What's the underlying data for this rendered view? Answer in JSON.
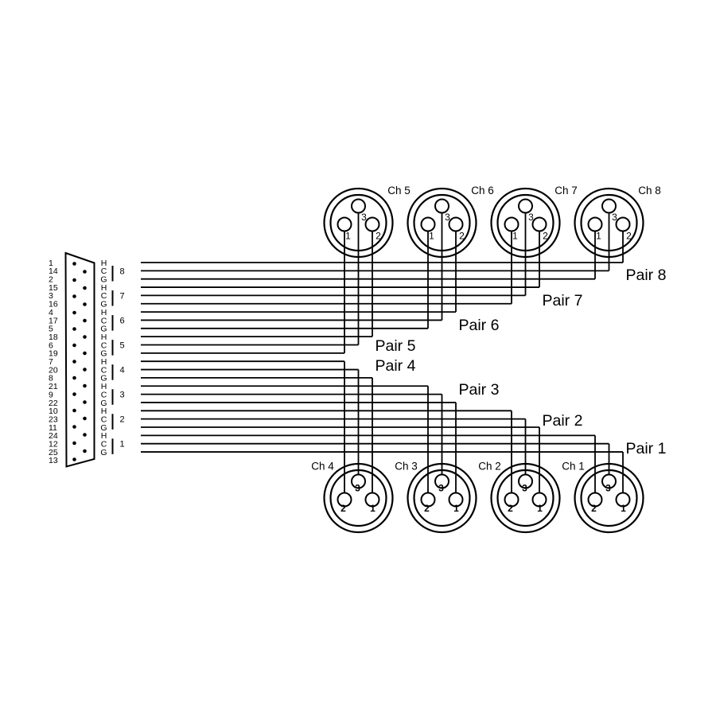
{
  "diagram": {
    "type": "wiring-diagram",
    "description": "DB25 to 8 x XLR male snake cable wiring diagram",
    "colors": {
      "line": "#000000",
      "text": "#000000",
      "background": "#ffffff"
    },
    "db25": {
      "pin_numbers": [
        "1",
        "14",
        "2",
        "15",
        "3",
        "16",
        "4",
        "17",
        "5",
        "18",
        "6",
        "19",
        "7",
        "20",
        "8",
        "21",
        "9",
        "22",
        "10",
        "23",
        "11",
        "24",
        "12",
        "25",
        "13"
      ],
      "signal_letters": [
        "H",
        "C",
        "G",
        "H",
        "C",
        "G",
        "H",
        "C",
        "G",
        "H",
        "C",
        "G",
        "H",
        "C",
        "G",
        "H",
        "C",
        "G",
        "H",
        "C",
        "G",
        "H",
        "C",
        "G"
      ],
      "group_labels": [
        "8",
        "7",
        "6",
        "5",
        "4",
        "3",
        "2",
        "1"
      ]
    },
    "xlr_top": [
      {
        "label": "Ch 5",
        "pin_left": "1",
        "pin_top": "3",
        "pin_right": "2"
      },
      {
        "label": "Ch 6",
        "pin_left": "1",
        "pin_top": "3",
        "pin_right": "2"
      },
      {
        "label": "Ch 7",
        "pin_left": "1",
        "pin_top": "3",
        "pin_right": "2"
      },
      {
        "label": "Ch 8",
        "pin_left": "1",
        "pin_top": "3",
        "pin_right": "2"
      }
    ],
    "xlr_bottom": [
      {
        "label": "Ch 4",
        "pin_left": "2",
        "pin_top": "3",
        "pin_right": "1"
      },
      {
        "label": "Ch 3",
        "pin_left": "2",
        "pin_top": "3",
        "pin_right": "1"
      },
      {
        "label": "Ch 2",
        "pin_left": "2",
        "pin_top": "3",
        "pin_right": "1"
      },
      {
        "label": "Ch 1",
        "pin_left": "2",
        "pin_top": "3",
        "pin_right": "1"
      }
    ],
    "pair_labels_top": [
      "Pair 8",
      "Pair 7",
      "Pair 6",
      "Pair 5"
    ],
    "pair_labels_bottom": [
      "Pair 4",
      "Pair 3",
      "Pair 2",
      "Pair 1"
    ],
    "wiring": [
      {
        "pair": "Pair 8",
        "xlr": "Ch 8",
        "db25_pins": {
          "hot": "1",
          "cold": "14",
          "ground": "2"
        },
        "xlr_pins": {
          "hot": "2",
          "cold": "3",
          "ground": "1"
        }
      },
      {
        "pair": "Pair 7",
        "xlr": "Ch 7",
        "db25_pins": {
          "hot": "15",
          "cold": "3",
          "ground": "16"
        },
        "xlr_pins": {
          "hot": "2",
          "cold": "3",
          "ground": "1"
        }
      },
      {
        "pair": "Pair 6",
        "xlr": "Ch 6",
        "db25_pins": {
          "hot": "4",
          "cold": "17",
          "ground": "5"
        },
        "xlr_pins": {
          "hot": "2",
          "cold": "3",
          "ground": "1"
        }
      },
      {
        "pair": "Pair 5",
        "xlr": "Ch 5",
        "db25_pins": {
          "hot": "18",
          "cold": "6",
          "ground": "19"
        },
        "xlr_pins": {
          "hot": "2",
          "cold": "3",
          "ground": "1"
        }
      },
      {
        "pair": "Pair 4",
        "xlr": "Ch 4",
        "db25_pins": {
          "hot": "7",
          "cold": "20",
          "ground": "8"
        },
        "xlr_pins": {
          "hot": "2",
          "cold": "3",
          "ground": "1"
        }
      },
      {
        "pair": "Pair 3",
        "xlr": "Ch 3",
        "db25_pins": {
          "hot": "21",
          "cold": "9",
          "ground": "22"
        },
        "xlr_pins": {
          "hot": "2",
          "cold": "3",
          "ground": "1"
        }
      },
      {
        "pair": "Pair 2",
        "xlr": "Ch 2",
        "db25_pins": {
          "hot": "10",
          "cold": "23",
          "ground": "11"
        },
        "xlr_pins": {
          "hot": "2",
          "cold": "3",
          "ground": "1"
        }
      },
      {
        "pair": "Pair 1",
        "xlr": "Ch 1",
        "db25_pins": {
          "hot": "24",
          "cold": "12",
          "ground": "25"
        },
        "xlr_pins": {
          "hot": "2",
          "cold": "3",
          "ground": "1"
        }
      }
    ]
  }
}
